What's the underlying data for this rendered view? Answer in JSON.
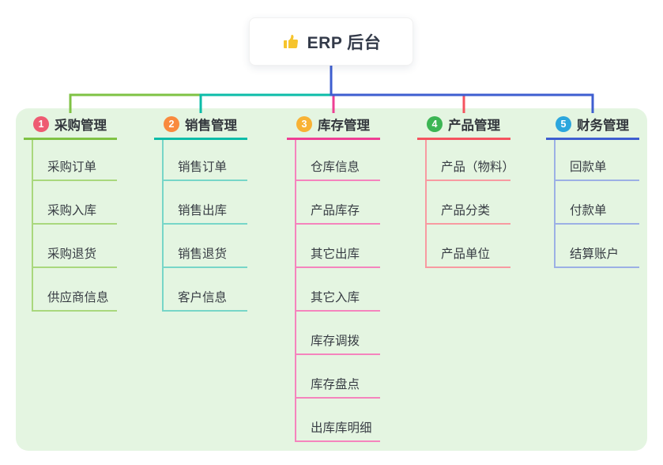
{
  "root": {
    "icon": "thumbs-up",
    "title": "ERP 后台"
  },
  "branches": [
    {
      "num": "1",
      "title": "采购管理",
      "badge_color": "#ee5b72",
      "line_color": "#7fc244",
      "child_line_color": "#a9d87d",
      "children": [
        "采购订单",
        "采购入库",
        "采购退货",
        "供应商信息"
      ]
    },
    {
      "num": "2",
      "title": "销售管理",
      "badge_color": "#f98a3e",
      "line_color": "#0cbca8",
      "child_line_color": "#77d6c8",
      "children": [
        "销售订单",
        "销售出库",
        "销售退货",
        "客户信息"
      ]
    },
    {
      "num": "3",
      "title": "库存管理",
      "badge_color": "#f8b234",
      "line_color": "#ee3f94",
      "child_line_color": "#f584bd",
      "children": [
        "仓库信息",
        "产品库存",
        "其它出库",
        "其它入库",
        "库存调拨",
        "库存盘点",
        "出库库明细"
      ]
    },
    {
      "num": "4",
      "title": "产品管理",
      "badge_color": "#3cb554",
      "line_color": "#f5535f",
      "child_line_color": "#f89aa1",
      "children": [
        "产品（物料）",
        "产品分类",
        "产品单位"
      ]
    },
    {
      "num": "5",
      "title": "财务管理",
      "badge_color": "#2ba6dd",
      "line_color": "#3e5ed0",
      "child_line_color": "#9cb0e5",
      "children": [
        "回款单",
        "付款单",
        "结算账户"
      ]
    }
  ],
  "colors": {
    "panel_bg": "#e4f5e1",
    "stem": "#4457c9",
    "thumb": "#f6c42d",
    "text": "#383d44"
  }
}
